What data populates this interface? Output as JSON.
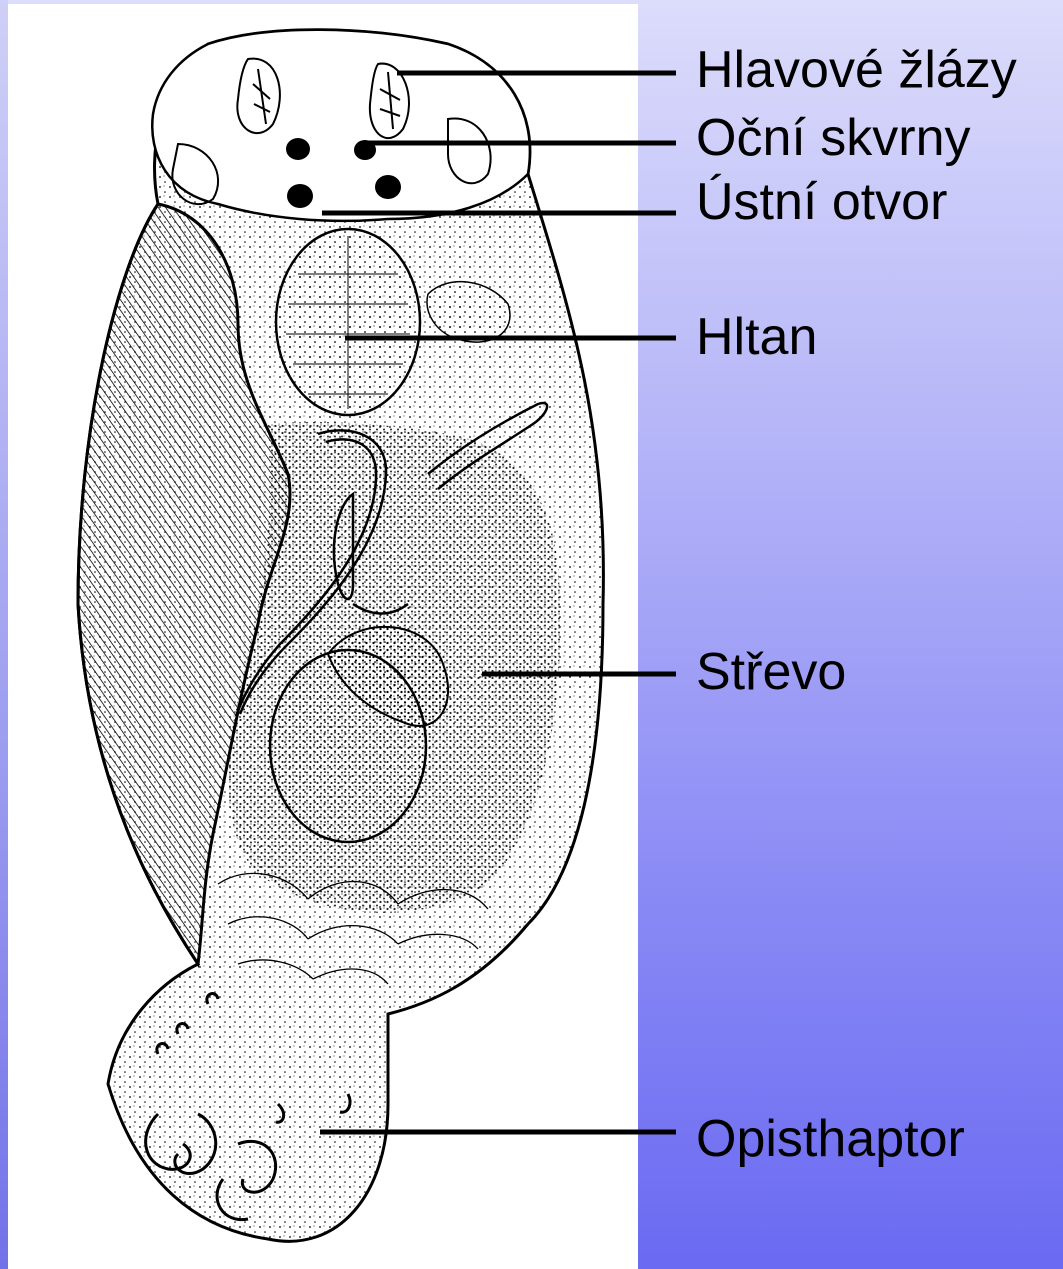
{
  "labels": {
    "head_glands": "Hlavové žlázy",
    "eye_spots": "Oční skvrny",
    "mouth": "Ústní otvor",
    "pharynx": "Hltan",
    "intestine": "Střevo",
    "opisthaptor": "Opisthaptor"
  },
  "colors": {
    "background_top": "#dcdcfb",
    "background_bottom": "#6a6af2",
    "drawing_background": "#ffffff",
    "ink": "#000000"
  }
}
